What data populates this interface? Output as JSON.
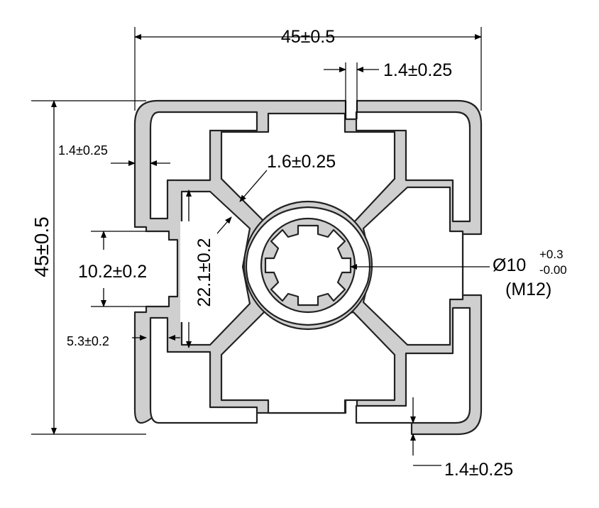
{
  "colors": {
    "profile_fill": "#cfcfcf",
    "outline": "#222222",
    "background": "#ffffff"
  },
  "dimensions": {
    "width": "45±0.5",
    "height": "45±0.5",
    "wall_top": "1.4±0.25",
    "wall_left": "1.4±0.25",
    "wall_bottom": "1.4±0.25",
    "web": "1.6±0.25",
    "slot_width": "10.2±0.2",
    "inner_span": "22.1±0.2",
    "lip_depth": "5.3±0.2",
    "bore_main": "Ø10",
    "bore_tol_upper": "+0.3",
    "bore_tol_lower": "-0.00",
    "thread": "(M12)"
  }
}
